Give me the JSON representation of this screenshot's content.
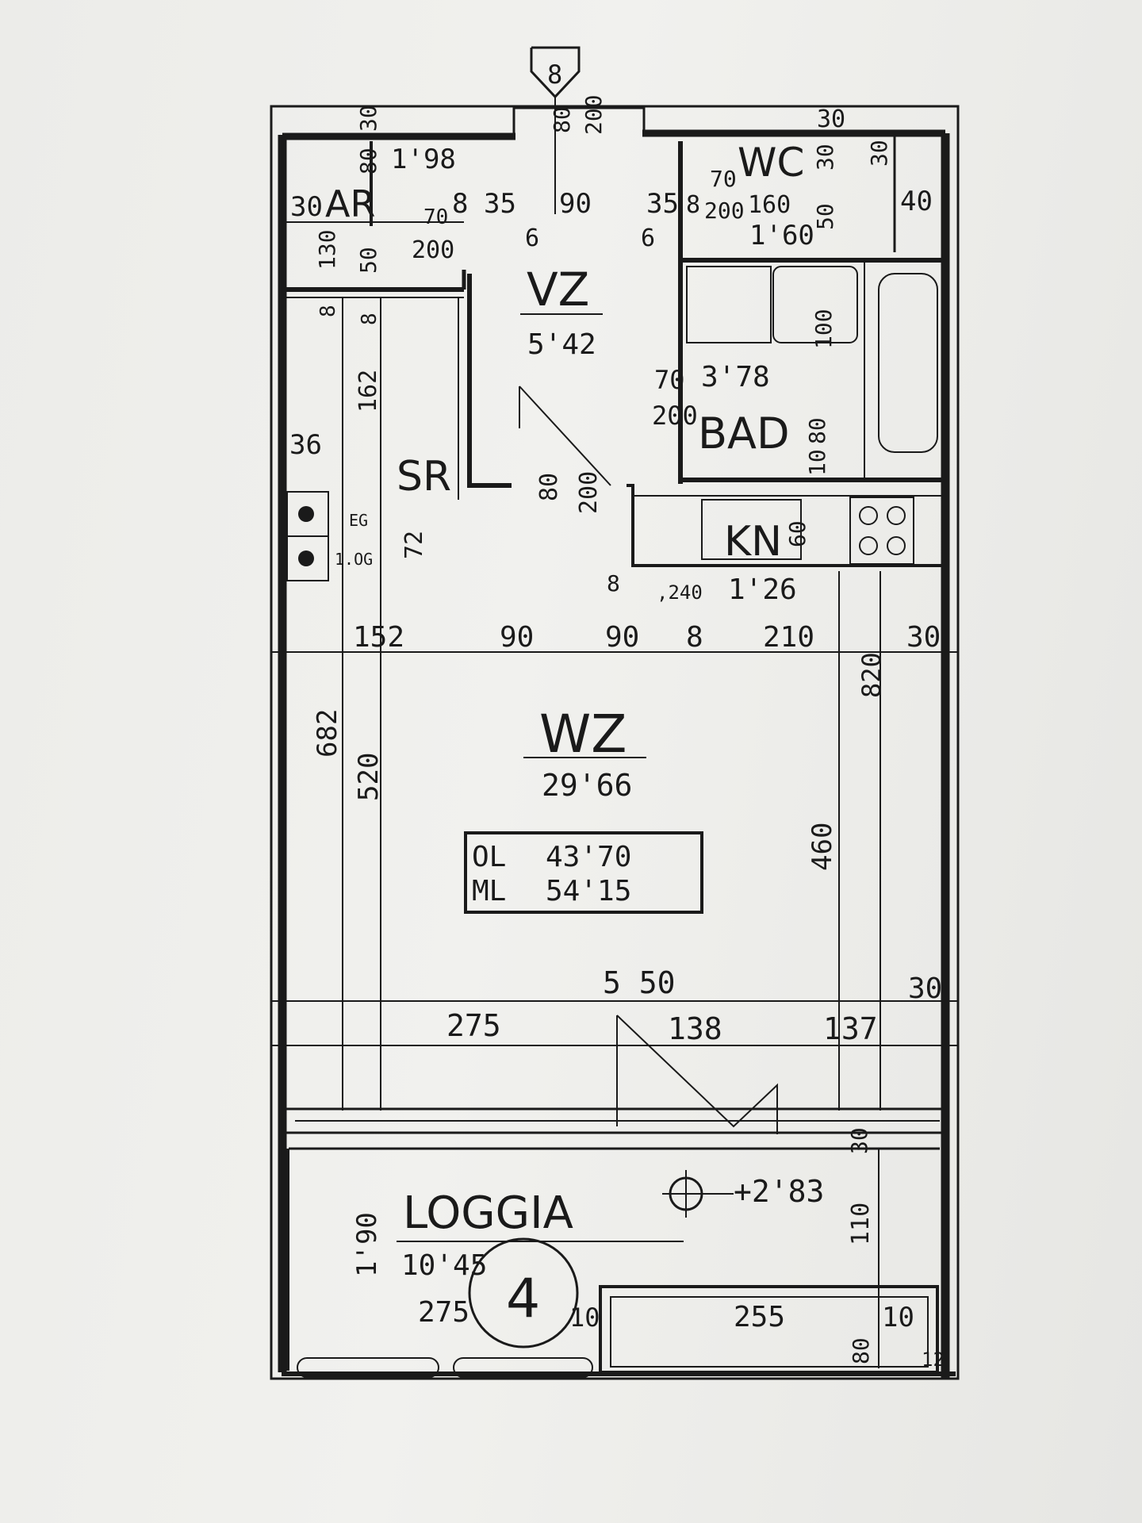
{
  "rooms": {
    "ar": {
      "name": "AR",
      "area": "1'98"
    },
    "wc": {
      "name": "WC",
      "area": "1'60"
    },
    "vz": {
      "name": "VZ",
      "area": "5'42"
    },
    "bad": {
      "name": "BAD",
      "area": "3'78"
    },
    "sr": {
      "name": "SR"
    },
    "kn": {
      "name": "KN"
    },
    "kn_area": "1'26",
    "wz": {
      "name": "WZ",
      "area": "29'66"
    },
    "loggia": {
      "name": "LOGGIA",
      "area": "10'45"
    }
  },
  "summary": {
    "ol_label": "OL",
    "ol_value": "43'70",
    "ml_label": "ML",
    "ml_value": "54'15"
  },
  "stair_number": "8",
  "unit_number": "4",
  "elevation": "+2'83",
  "meter_labels": {
    "eg": "EG",
    "og": "1.OG"
  },
  "dims": {
    "top_30": "30",
    "top_80": "80",
    "top_200": "200",
    "top_30r": "30",
    "ar_80": "80",
    "ar_30": "30",
    "ar_70": "70",
    "ar_200": "200",
    "ar_8": "8",
    "ar_35": "35",
    "vz_90": "90",
    "vz_6": "6",
    "vz_6b": "6",
    "wc_35": "35",
    "wc_8": "8",
    "wc_70": "70",
    "wc_200": "200",
    "wc_160": "160",
    "wc_50": "50",
    "wc_30": "30",
    "wc_30b": "30",
    "wc_40": "40",
    "l_130": "130",
    "l_50": "50",
    "l_8": "8",
    "l_8b": "8",
    "l_162": "162",
    "l_36": "36",
    "bad_100": "100",
    "bad_70": "70",
    "bad_200": "200",
    "bad_10": "10",
    "bad_80": "80",
    "sr_80": "80",
    "sr_200": "200",
    "sr_72": "72",
    "kn_60": "60",
    "kn_8": "8",
    "kn_240": ",240",
    "w_152": "152",
    "w_90": "90",
    "w_90b": "90",
    "w_8": "8",
    "w_210": "210",
    "w_30": "30",
    "w_820": "820",
    "w_682": "682",
    "w_520": "520",
    "w_460": "460",
    "w_550": "5 50",
    "w_30b": "30",
    "w_275": "275",
    "w_138": "138",
    "w_137": "137",
    "lg_190": "1'90",
    "lg_30": "30",
    "lg_110": "110",
    "lg_275": "275",
    "lg_10": "10",
    "lg_255": "255",
    "lg_10b": "10",
    "lg_80": "80",
    "lg_12": "12"
  }
}
